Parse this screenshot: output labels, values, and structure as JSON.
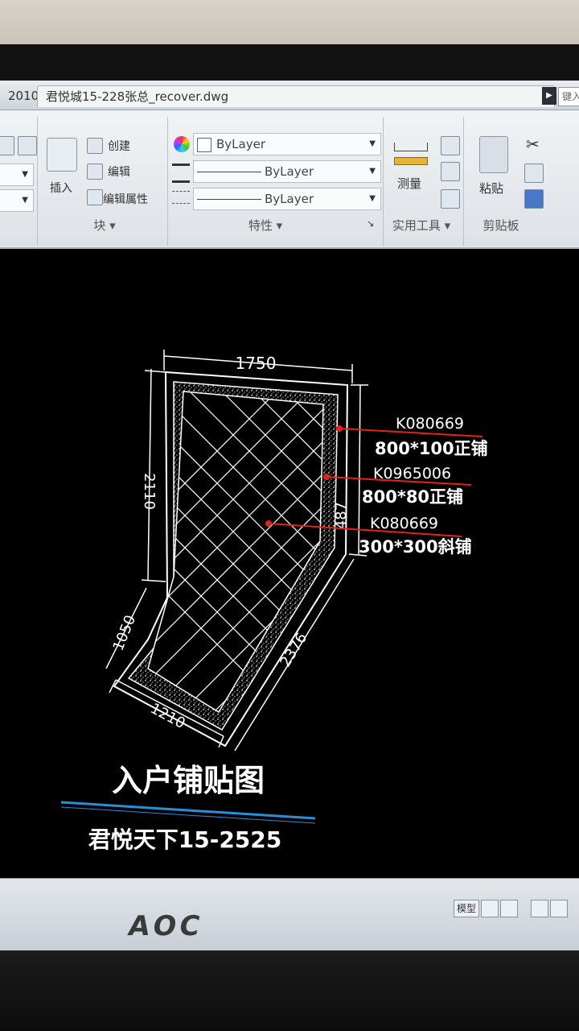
{
  "app": {
    "version_tab": "2010",
    "file_tab": "君悦城15-228张总_recover.dwg",
    "search_placeholder": "键入"
  },
  "ribbon": {
    "block_panel": {
      "insert_label": "插入",
      "create_label": "创建",
      "edit_label": "编辑",
      "edit_attr_label": "编辑属性",
      "panel_label": "块 ▾"
    },
    "properties_panel": {
      "color_value": "ByLayer",
      "linetype_value": "ByLayer",
      "lineweight_value": "ByLayer",
      "panel_label": "特性 ▾"
    },
    "utilities_panel": {
      "measure_label": "测量",
      "panel_label": "实用工具 ▾"
    },
    "clipboard_panel": {
      "paste_label": "粘贴",
      "panel_label": "剪贴板"
    }
  },
  "drawing": {
    "dimensions": {
      "top_width": "1750",
      "left_height": "2110",
      "right_short": "487",
      "lower_left": "1050",
      "bottom": "1210",
      "diagonal_right": "2376"
    },
    "callouts": [
      {
        "code": "K080669",
        "spec": "800*100正铺"
      },
      {
        "code": "K0965006",
        "spec": "800*80正铺"
      },
      {
        "code": "K080669",
        "spec": "300*300斜铺"
      }
    ],
    "title": "入户铺贴图",
    "subtitle": "君悦天下15-2525",
    "colors": {
      "background": "#000000",
      "lines": "#ffffff",
      "leader": "#e0241c",
      "underline": "#2a8fd8"
    }
  },
  "statusbar": {
    "model_label": "模型"
  },
  "monitor": {
    "brand": "AOC"
  }
}
